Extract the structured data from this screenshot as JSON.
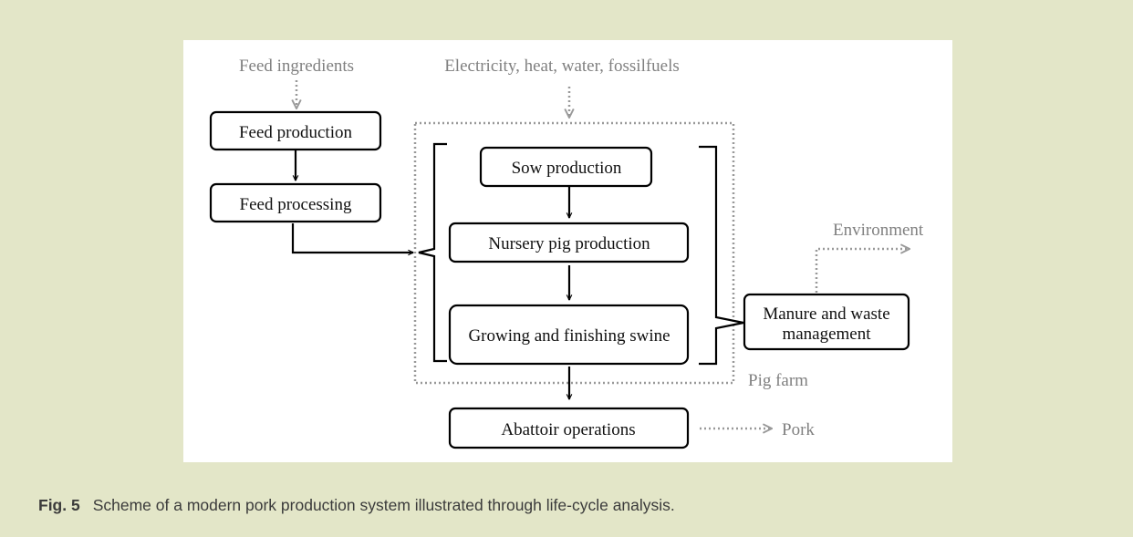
{
  "diagram": {
    "inputs": {
      "feed_ingredients": "Feed ingredients",
      "energy": "Electricity, heat, water, fossilfuels"
    },
    "boxes": {
      "feed_production": "Feed production",
      "feed_processing": "Feed processing",
      "sow_production": "Sow production",
      "nursery_pig_production": "Nursery pig production",
      "growing_finishing": "Growing and finishing swine",
      "manure_line1": "Manure and waste",
      "manure_line2": "management",
      "abattoir": "Abattoir operations"
    },
    "outputs": {
      "environment": "Environment",
      "pork": "Pork"
    },
    "group_label": "Pig farm"
  },
  "caption": {
    "figure_number": "Fig. 5",
    "text": "Scheme of a modern pork production system illustrated through life-cycle analysis."
  }
}
